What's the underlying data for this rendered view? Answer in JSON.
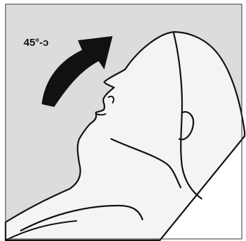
{
  "diagram": {
    "angle_label": "45°-ↄ",
    "rotation_degrees": 45,
    "colors": {
      "background": "#dcdcdc",
      "head_fill": "#f4f4f4",
      "outline": "#111111",
      "arrow": "#111111",
      "frame": "#333333"
    },
    "icons": {
      "arrow": "curved-arrow-icon",
      "head": "reclined-head-profile"
    }
  }
}
